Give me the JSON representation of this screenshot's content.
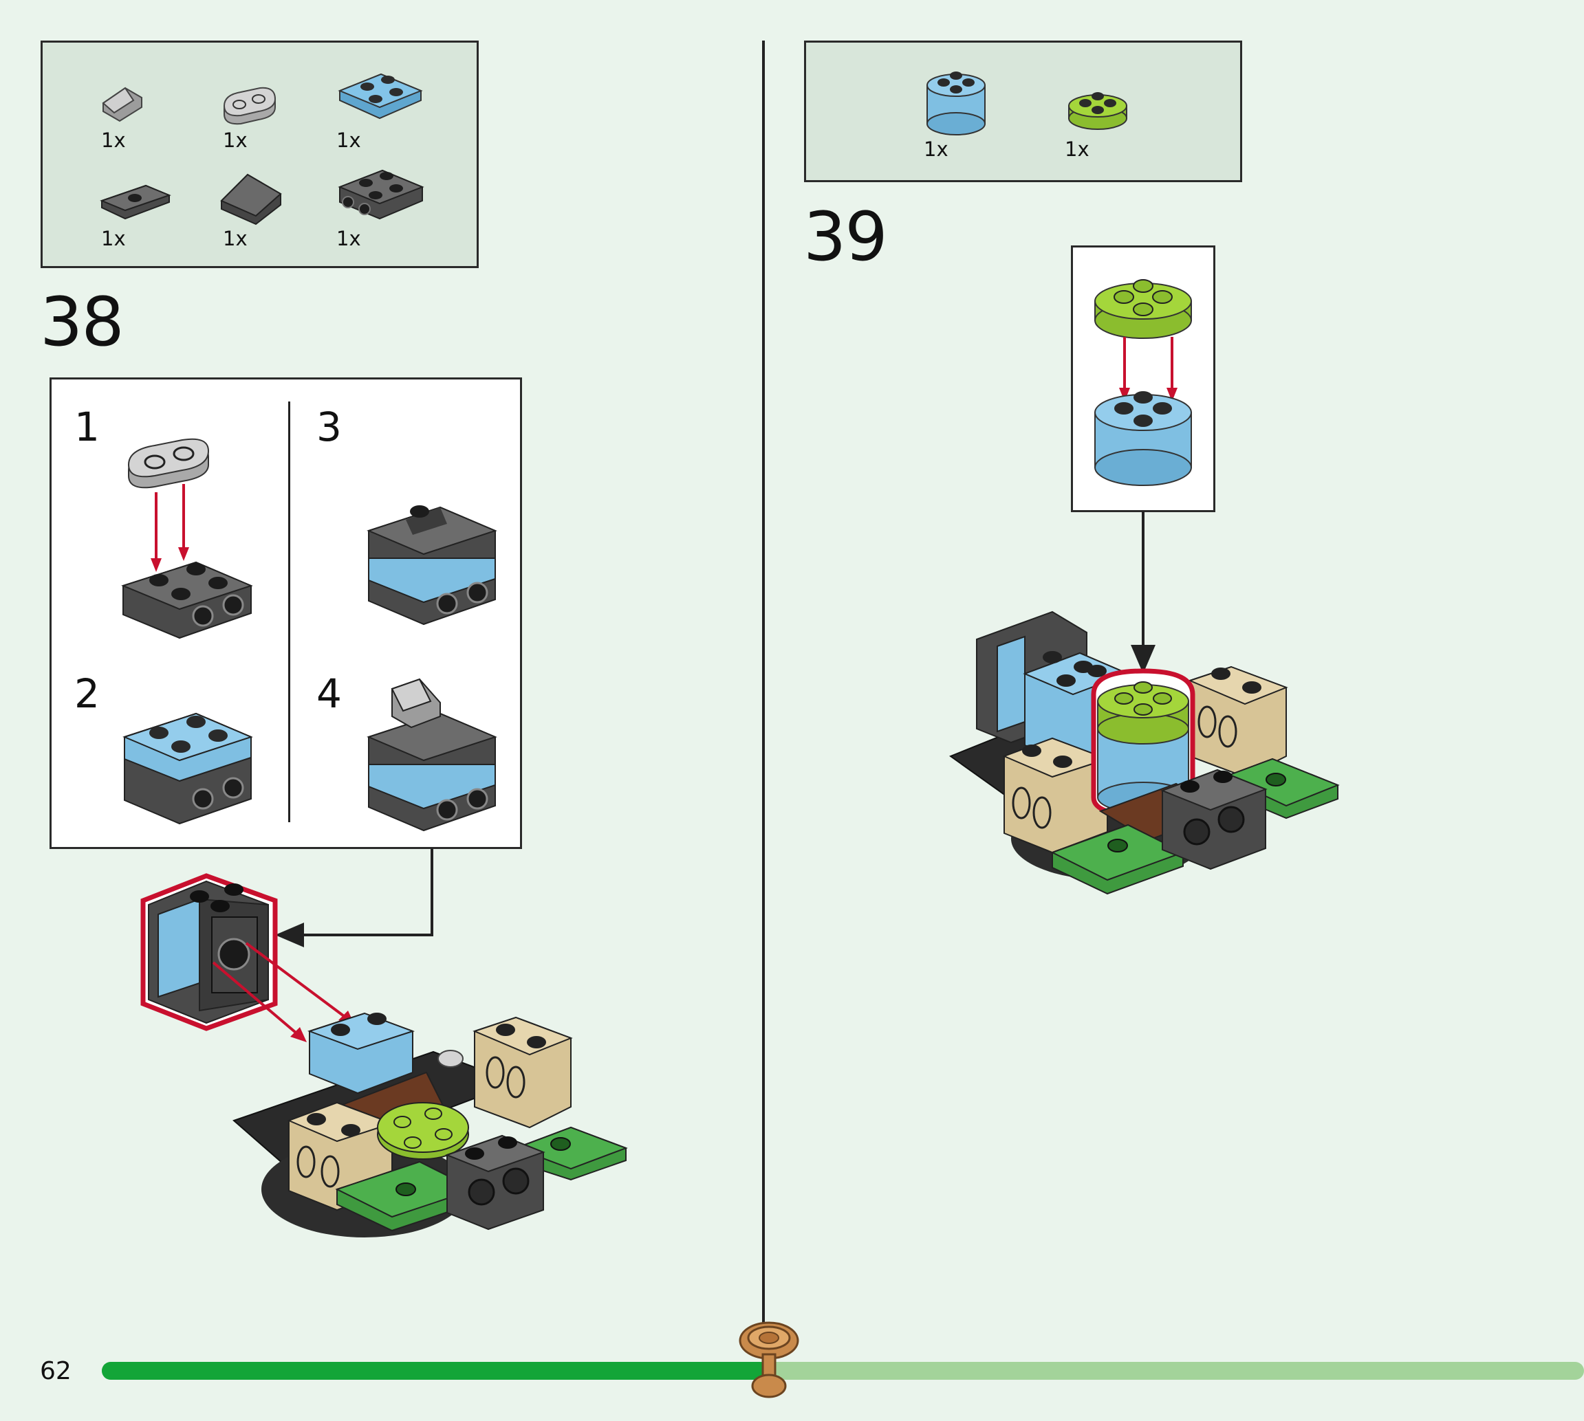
{
  "page": {
    "number": "62",
    "progress": 0.45
  },
  "colors": {
    "background": "#eaf4ec",
    "parts_panel": "#d8e6da",
    "progress_done": "#13a538",
    "progress_remaining": "#a3d39a",
    "arrow_red": "#c8102e",
    "brick_blue": "#7fbfe2",
    "brick_lime": "#a4d63b",
    "brick_dark": "#595959",
    "brick_light": "#bdbdbd",
    "brick_tan": "#d7c496",
    "brick_green": "#3f9a3f",
    "brick_brown": "#6b3a22"
  },
  "step38": {
    "number": "38",
    "parts": [
      {
        "icon": "light-gray-slope-icon",
        "qty": "1x"
      },
      {
        "icon": "light-gray-round-plate-icon",
        "qty": "1x"
      },
      {
        "icon": "blue-plate-2x2-icon",
        "qty": "1x"
      },
      {
        "icon": "dark-gray-jumper-plate-icon",
        "qty": "1x"
      },
      {
        "icon": "dark-gray-slope-icon",
        "qty": "1x"
      },
      {
        "icon": "dark-gray-bracket-plate-icon",
        "qty": "1x"
      }
    ],
    "substeps": [
      "1",
      "2",
      "3",
      "4"
    ]
  },
  "step39": {
    "number": "39",
    "parts": [
      {
        "icon": "blue-round-brick-icon",
        "qty": "1x"
      },
      {
        "icon": "lime-round-plate-icon",
        "qty": "1x"
      }
    ]
  }
}
